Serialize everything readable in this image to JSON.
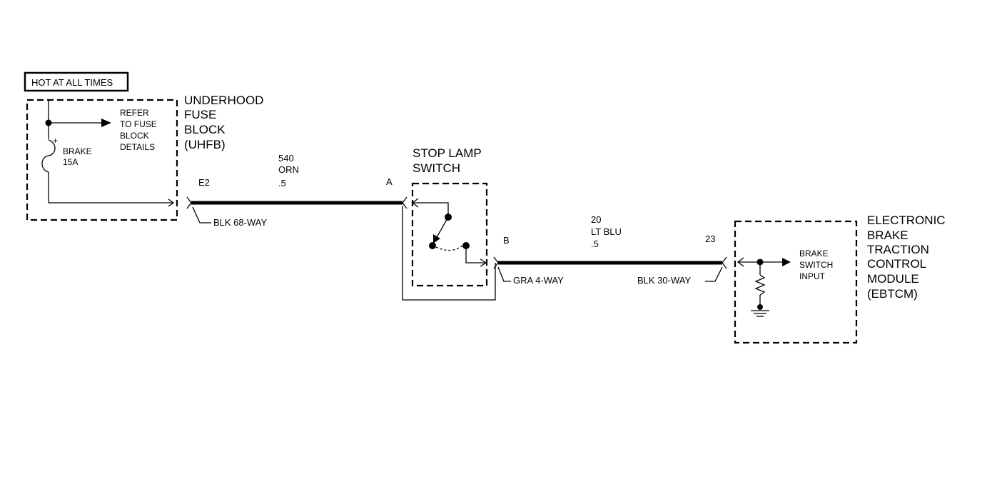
{
  "hot_label": "HOT AT ALL TIMES",
  "uhfb": {
    "name_lines": [
      "UNDERHOOD",
      "FUSE",
      "BLOCK",
      "(UHFB)"
    ],
    "refer_lines": [
      "REFER",
      "TO FUSE",
      "BLOCK",
      "DETAILS"
    ],
    "fuse_name": "BRAKE",
    "fuse_rating": "15A",
    "fuse_plus": "+",
    "terminal": "E2",
    "connector": "BLK 68-WAY"
  },
  "wire1": {
    "circuit": "540",
    "color": "ORN",
    "gauge": ".5"
  },
  "stop_lamp_switch": {
    "name_lines": [
      "STOP LAMP",
      "SWITCH"
    ],
    "terminal_a": "A",
    "terminal_b": "B",
    "connector": "GRA 4-WAY"
  },
  "wire2": {
    "circuit": "20",
    "color": "LT BLU",
    "gauge": ".5"
  },
  "ebtcm": {
    "name_lines": [
      "ELECTRONIC",
      "BRAKE",
      "TRACTION",
      "CONTROL",
      "MODULE",
      "(EBTCM)"
    ],
    "terminal": "23",
    "connector": "BLK 30-WAY",
    "input_lines": [
      "BRAKE",
      "SWITCH",
      "INPUT"
    ]
  }
}
